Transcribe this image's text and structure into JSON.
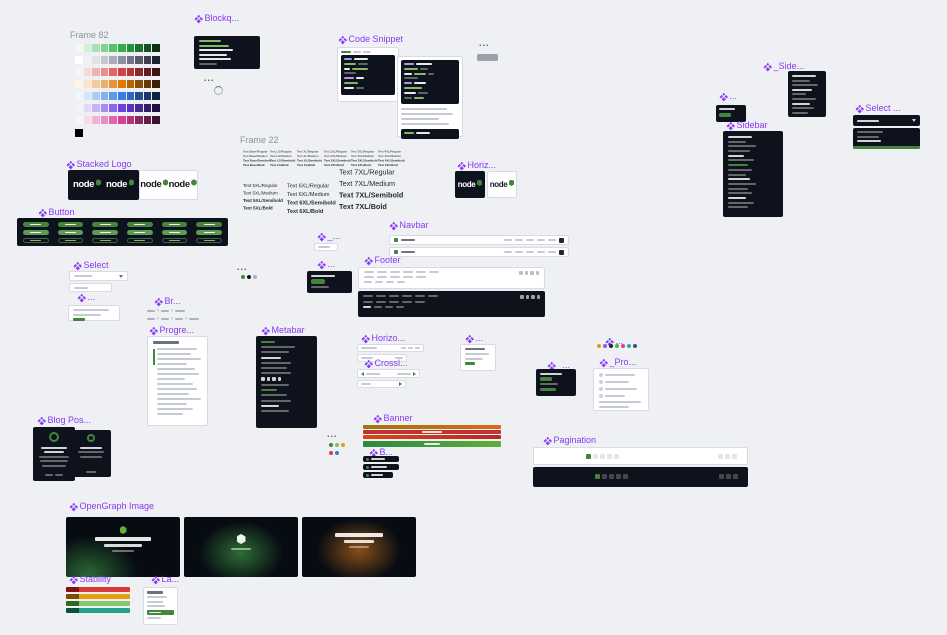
{
  "canvas": {
    "background": "#eef0f3"
  },
  "theme": {
    "component_purple": "#8A38F5",
    "frame_label_gray": "#8d919b",
    "dark_surface": "#0d121c",
    "node_green": "#43853d",
    "light_border": "#d8dbe2"
  },
  "frames": {
    "frame_82": "Frame 82",
    "frame_22": "Frame 22"
  },
  "components": {
    "blockquote": "Blockq...",
    "code_snippet": "Code Snippet",
    "side_nav": "_Side...",
    "mini_nav": "...",
    "sidebar": "Sidebar",
    "select_dark": "Select ...",
    "stacked_logo": "Stacked Logo",
    "horizontal_logo": "Horiz...",
    "button": "Button",
    "navbar": "Navbar",
    "mini_select": "_...",
    "select": "Select",
    "mini_button": "...",
    "footer": "Footer",
    "notification": "...",
    "breadcrumbs": "Br...",
    "progression": "Progre...",
    "metabar": "Metabar",
    "horizontal_rule": "Horizo...",
    "crosslink": "Crossl...",
    "mini_card": "...",
    "color_dots": "...",
    "mini_cta": "_...",
    "progression_list": "_Pro...",
    "blog_post": "Blog Pos...",
    "banner": "Banner",
    "badge": "B...",
    "pagination": "Pagination",
    "opengraph": "OpenGraph Image",
    "stability": "Stability",
    "language_picker": "La..."
  },
  "overflow_labels": {
    "a": "...",
    "b": "...",
    "c": "...",
    "d": "..."
  },
  "logo": {
    "wordmark": "node"
  },
  "palette": {
    "rows": [
      [
        "#f0faf2",
        "#d5f0da",
        "#abe0b6",
        "#82d192",
        "#58c16d",
        "#2eb149",
        "#26913c",
        "#1d712e",
        "#155121",
        "#0c3013"
      ],
      [
        "#ffffff",
        "#f1f2f4",
        "#e1e3e7",
        "#c5c8cf",
        "#a9adb8",
        "#8d92a0",
        "#717788",
        "#565c6e",
        "#3a3f50",
        "#1e2330"
      ],
      [
        "#fcf1f1",
        "#f7d9d9",
        "#efb3b3",
        "#e78d8d",
        "#df6767",
        "#d74141",
        "#b03535",
        "#892929",
        "#621e1e",
        "#3b1212"
      ],
      [
        "#fdf5ec",
        "#f9e4cd",
        "#f2ca9b",
        "#ecaf69",
        "#e59537",
        "#df7b05",
        "#b66504",
        "#8d4e03",
        "#643802",
        "#3b2101"
      ],
      [
        "#eff5fd",
        "#d7e5f9",
        "#afcbf4",
        "#87b1ee",
        "#5f97e9",
        "#377de3",
        "#2d66ba",
        "#234f91",
        "#193868",
        "#0f213f"
      ],
      [
        "#f4f1fd",
        "#e2d9f9",
        "#c5b3f4",
        "#a88dee",
        "#8b67e9",
        "#6e41e3",
        "#5a35ba",
        "#462991",
        "#321d68",
        "#1e113f"
      ],
      [
        "#fcf1f7",
        "#f7d9ea",
        "#efb3d5",
        "#e78dc0",
        "#df67ab",
        "#d74196",
        "#b0357b",
        "#892960",
        "#621e45",
        "#3b122a"
      ]
    ],
    "black": "#000000"
  },
  "typography": {
    "small_columns": [
      [
        "Text Base/Regular",
        "Text Base/Medium",
        "Text Base/Semibold",
        "Text Base/Bold"
      ],
      [
        "Text LG/Regular",
        "Text LG/Medium",
        "Text LG/Semibold",
        "Text LG/Bold"
      ],
      [
        "Text XL/Regular",
        "Text XL/Medium",
        "Text XL/Semibold",
        "Text XL/Bold"
      ],
      [
        "Text 2XL/Regular",
        "Text 2XL/Medium",
        "Text 2XL/Semibold",
        "Text 2XL/Bold"
      ],
      [
        "Text 3XL/Regular",
        "Text 3XL/Medium",
        "Text 3XL/Semibold",
        "Text 3XL/Bold"
      ],
      [
        "Text 4XL/Regular",
        "Text 4XL/Medium",
        "Text 4XL/Semibold",
        "Text 4XL/Bold"
      ]
    ],
    "col_5xl": [
      "Text 5XL/Regular",
      "Text 5XL/Medium",
      "Text 5XL/Semibold",
      "Text 5XL/Bold"
    ],
    "col_6xl": [
      "Text 6XL/Regular",
      "Text 6XL/Medium",
      "Text 6XL/Semibold",
      "Text 6XL/Bold"
    ],
    "col_7xl": [
      "Text 7XL/Regular",
      "Text 7XL/Medium",
      "Text 7XL/Semibold",
      "Text 7XL/Bold"
    ]
  },
  "dots": {
    "triple": [
      "#43853d",
      "#0d121c",
      "#aab0ba"
    ],
    "septet": [
      "#dca10e",
      "#8d5cf6",
      "#23272f",
      "#3eb858",
      "#d7418f",
      "#2aa9b8",
      "#4a5160"
    ],
    "pair_rows": [
      [
        "#43853d",
        "#84ba64",
        "#dca10e"
      ],
      [
        "#d74141",
        "#377de3"
      ]
    ]
  },
  "banner_stripes": [
    "linear-gradient(90deg,#9a7b0a,#e0661c)",
    "#c53030",
    "linear-gradient(90deg,#d9480f,#b02a2a)",
    "linear-gradient(90deg,#2b8a3e,#5fae3a)"
  ],
  "stability_rows": [
    {
      "chip": "#7e1313",
      "bar": "#d83a3a"
    },
    {
      "chip": "#7e4b00",
      "bar": "#e89c0e"
    },
    {
      "chip": "#2c6b23",
      "bar": "#7ec96d"
    },
    {
      "chip": "#0b4f42",
      "bar": "#23a18a"
    }
  ],
  "opengraph_backgrounds": [
    "radial-gradient(70px 55px at 20% 95%, rgba(67,160,71,.6), rgba(7,12,19,0) 70%), #070c13",
    "radial-gradient(60px 45px at 50% 60%, rgba(67,160,71,.65), rgba(7,12,19,0) 70%), #070c13",
    "radial-gradient(60px 45px at 50% 55%, rgba(224,124,28,.6), rgba(7,12,19,0) 70%), #070c13"
  ]
}
